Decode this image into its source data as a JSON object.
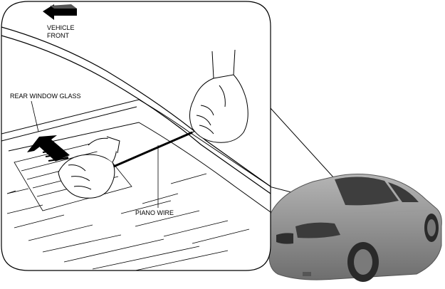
{
  "labels": {
    "vehicle_front_line1": "VEHICLE",
    "vehicle_front_line2": "FRONT",
    "rear_window_glass": "REAR WINDOW GLASS",
    "piano_wire": "PIANO WIRE"
  },
  "icons": {
    "direction_arrow": "arrow-left-icon",
    "pull_direction_arrow": "arrow-up-icon"
  },
  "colors": {
    "line": "#000000",
    "background": "#ffffff",
    "car_body": "#8a8a8a",
    "car_dark": "#4a4a4a"
  }
}
